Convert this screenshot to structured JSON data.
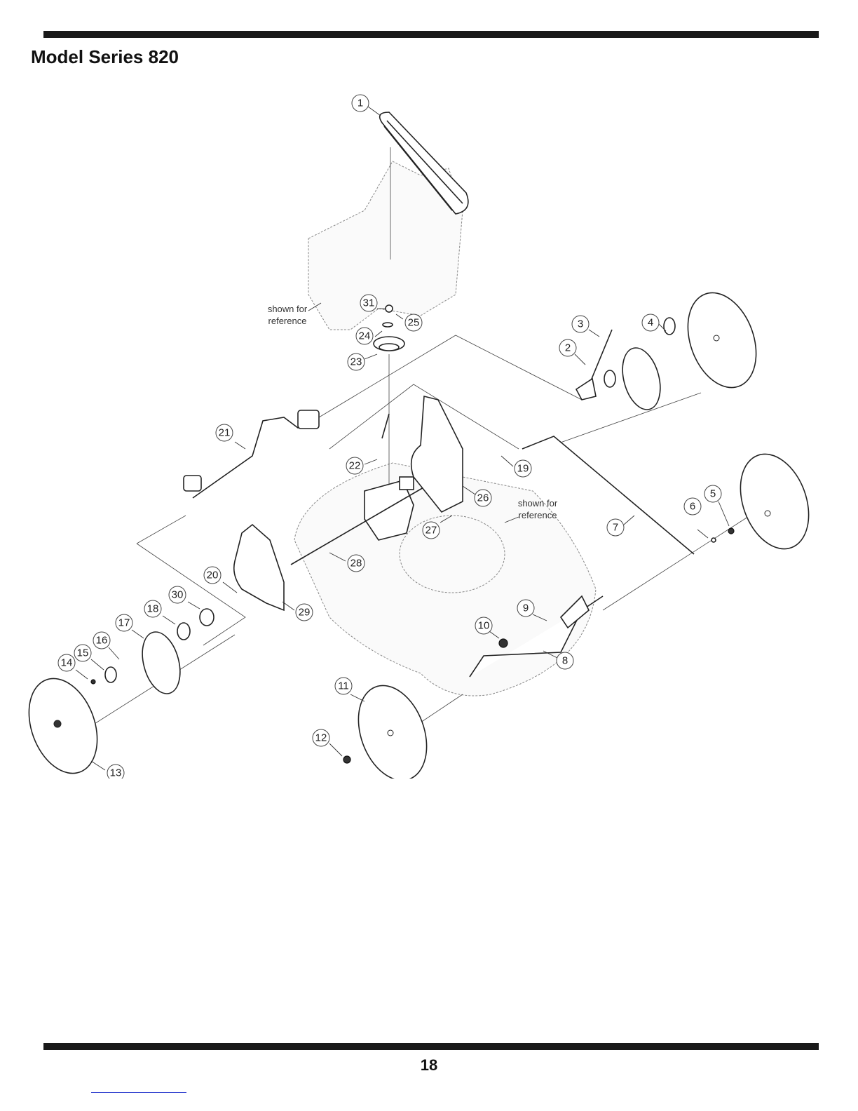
{
  "page": {
    "title": "Model Series 820",
    "page_number": "18"
  },
  "diagram": {
    "reference_notes": [
      {
        "id": "ref-engine",
        "line1": "shown for",
        "line2": "reference"
      },
      {
        "id": "ref-deck",
        "line1": "shown for",
        "line2": "reference"
      }
    ],
    "callouts": [
      "1",
      "2",
      "3",
      "4",
      "5",
      "6",
      "7",
      "8",
      "9",
      "10",
      "11",
      "12",
      "13",
      "14",
      "15",
      "16",
      "17",
      "18",
      "19",
      "20",
      "21",
      "22",
      "23",
      "24",
      "25",
      "26",
      "27",
      "28",
      "29",
      "30",
      "31"
    ]
  }
}
